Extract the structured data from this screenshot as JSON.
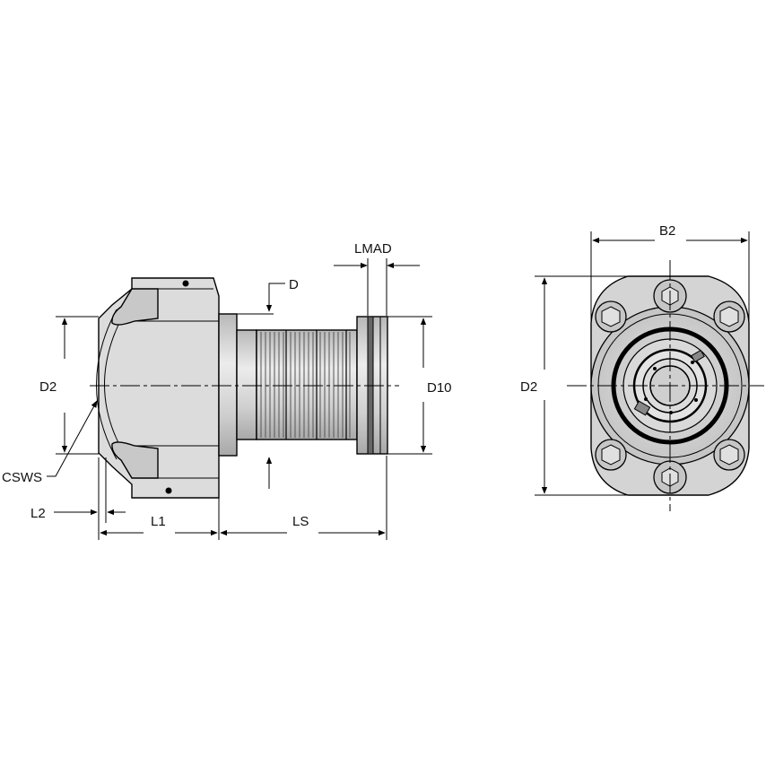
{
  "labels": {
    "lmad": "LMAD",
    "d": "D",
    "d2_left": "D2",
    "d10": "D10",
    "csws": "CSWS",
    "l2": "L2",
    "l1": "L1",
    "ls": "LS",
    "b2": "B2",
    "d2_right": "D2"
  },
  "colors": {
    "body": "#d9d9d9",
    "shade": "#bfbfbf",
    "dark": "#8c8c8c",
    "line": "#000000"
  }
}
